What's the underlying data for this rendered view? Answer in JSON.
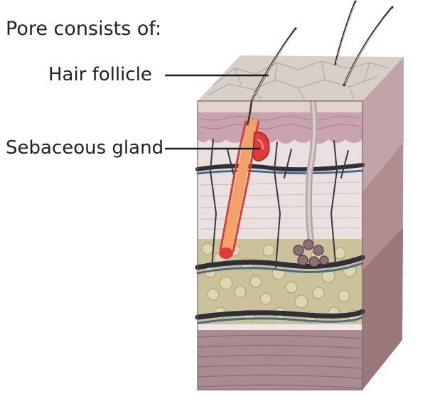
{
  "diagram": {
    "title": "Pore consists of:",
    "labels": {
      "hair_follicle": "Hair follicle",
      "sebaceous_gland": "Sebaceous gland"
    }
  },
  "colors": {
    "epidermis_top": "#d8cfc8",
    "epidermis_band": "#c9a3ad",
    "dermis": "#e9e1df",
    "fat_layer": "#c9c29a",
    "muscle": "#a98b90",
    "side_face": "#b08d8e",
    "follicle_red": "#e03a3a",
    "follicle_orange": "#f2a266",
    "vessel_dark": "#2f2f39",
    "leader_line": "#1a1a1a"
  }
}
